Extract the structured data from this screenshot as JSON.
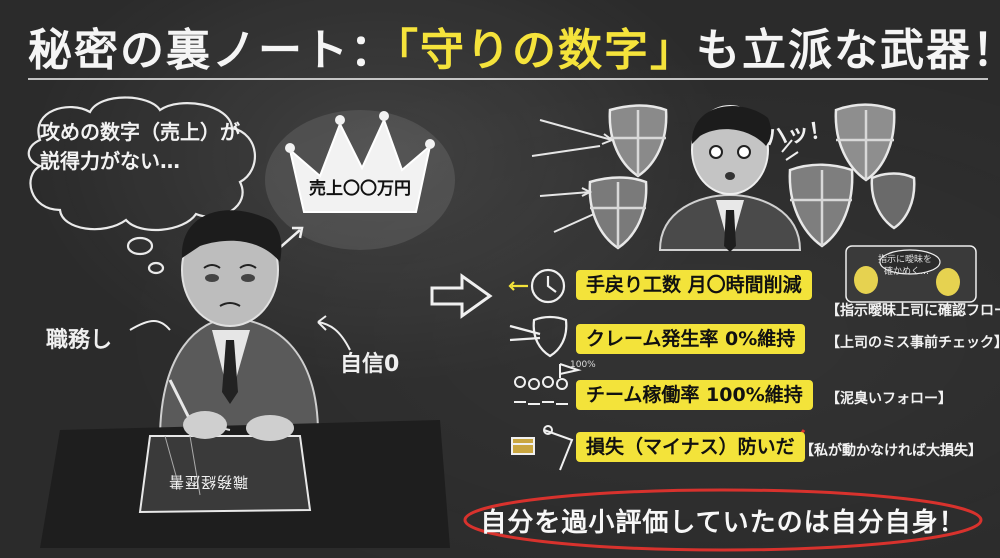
{
  "title": {
    "prefix": "秘密の裏ノート：",
    "highlight": "「守りの数字」",
    "suffix": "も立派な武器！"
  },
  "thought_bubble": {
    "line1": "攻めの数字（売上）が",
    "line2": "説得力がない…"
  },
  "crown_text": "売上〇〇万円",
  "left_labels": {
    "job": "職務し",
    "confidence": "自信0",
    "paper": "職務経歴書"
  },
  "surprise_text": "ハッ！",
  "rows": [
    {
      "pill": "手戻り工数 月〇時間削減",
      "note": "【指示曖昧上司に確認フロー】",
      "icon": "clock-icon"
    },
    {
      "pill": "クレーム発生率 0%維持",
      "note": "【上司のミス事前チェック】",
      "icon": "shield-target-icon"
    },
    {
      "pill": "チーム稼働率 100%維持",
      "note": "【泥臭いフォロー】",
      "icon": "team-flag-icon"
    },
    {
      "pill": "損失（マイナス）防いだ",
      "note": "【私が動かなければ大損失】",
      "icon": "treasure-cliff-icon"
    }
  ],
  "mini_scene": {
    "bubble1": "指示に曖昧を",
    "bubble2": "確かめく…",
    "flag": "100%"
  },
  "banner_text": "自分を過小評価していたのは自分自身！",
  "colors": {
    "background": "#2b2b2b",
    "accent_yellow": "#f3e33a",
    "banner_red": "#d8322d",
    "chalk": "#f2f2f2"
  }
}
